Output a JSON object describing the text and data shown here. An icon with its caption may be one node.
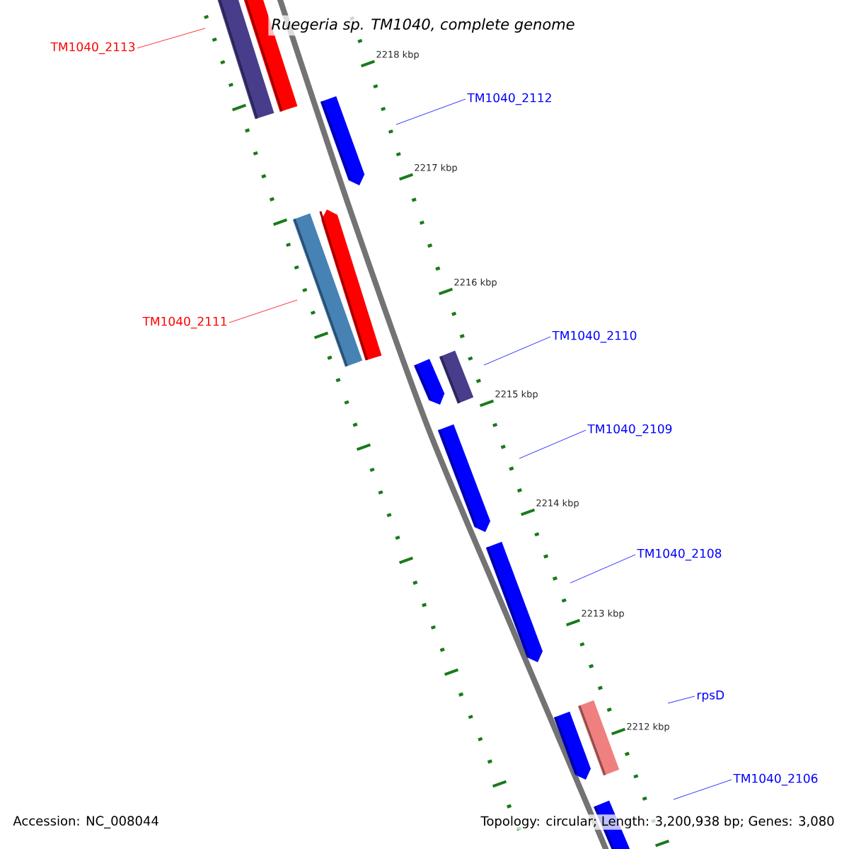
{
  "diagram": {
    "title": "Ruegeria sp. TM1040, complete genome",
    "nodes": [
      {
        "text": [
          "TM1040_2113"
        ]
      },
      {
        "text": [
          "TM1040_2112"
        ]
      },
      {
        "text": [
          "TM1040_2111"
        ]
      },
      {
        "text": [
          "TM1040_2110"
        ]
      },
      {
        "text": [
          "TM1040_2109"
        ]
      },
      {
        "text": [
          "TM1040_2108"
        ]
      },
      {
        "text": [
          "rpsD"
        ]
      },
      {
        "text": [
          "TM1040_2106"
        ]
      }
    ],
    "edges": [
      {
        "from": 0,
        "to": null,
        "arrow": "none",
        "color": "#ff0000"
      },
      {
        "from": 1,
        "to": null,
        "arrow": "none"
      },
      {
        "from": 2,
        "to": null,
        "arrow": "none",
        "color": "#ff0000"
      },
      {
        "from": 3,
        "to": null,
        "arrow": "none"
      },
      {
        "from": 4,
        "to": null,
        "arrow": "none"
      },
      {
        "from": 5,
        "to": null,
        "arrow": "none"
      },
      {
        "from": 6,
        "to": null,
        "arrow": "none"
      },
      {
        "from": 7,
        "to": null,
        "arrow": "none"
      }
    ],
    "labels": [
      "2218 kbp",
      "2217 kbp",
      "2216 kbp",
      "2215 kbp",
      "2214 kbp",
      "2213 kbp",
      "2212 kbp",
      "Accession: NC_008044",
      "Topology: circular; Length: 3,200,938 bp; Genes: 3,080"
    ]
  }
}
